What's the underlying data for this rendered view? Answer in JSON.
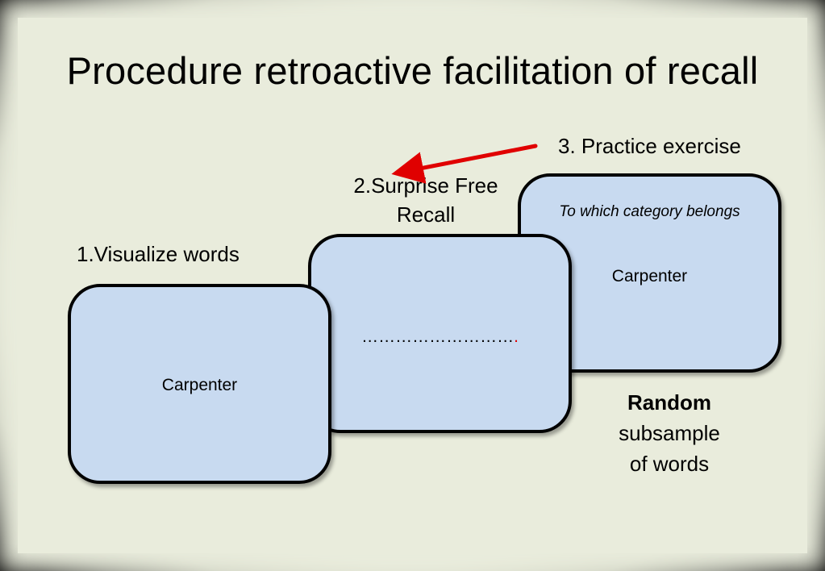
{
  "title": "Procedure retroactive facilitation of recall",
  "steps": {
    "step1": "1.Visualize words",
    "step2_line1": "2.Surprise Free",
    "step2_line2": "Recall",
    "step3": "3. Practice exercise"
  },
  "cards": {
    "card1_word": "Carpenter",
    "card2_dots": "………………………",
    "card2_dot_red": ".",
    "card3_question": "To which category belongs",
    "card3_word": "Carpenter"
  },
  "note": {
    "bold": "Random",
    "line2": "subsample",
    "line3": "of words"
  },
  "colors": {
    "background": "#e9ecdc",
    "card_fill": "#c8daf0",
    "arrow": "#e00000"
  }
}
